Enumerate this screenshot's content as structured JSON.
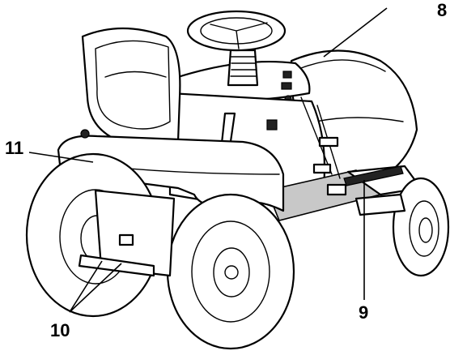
{
  "callouts": {
    "c8": "8",
    "c9": "9",
    "c10": "10",
    "c11": "11"
  }
}
